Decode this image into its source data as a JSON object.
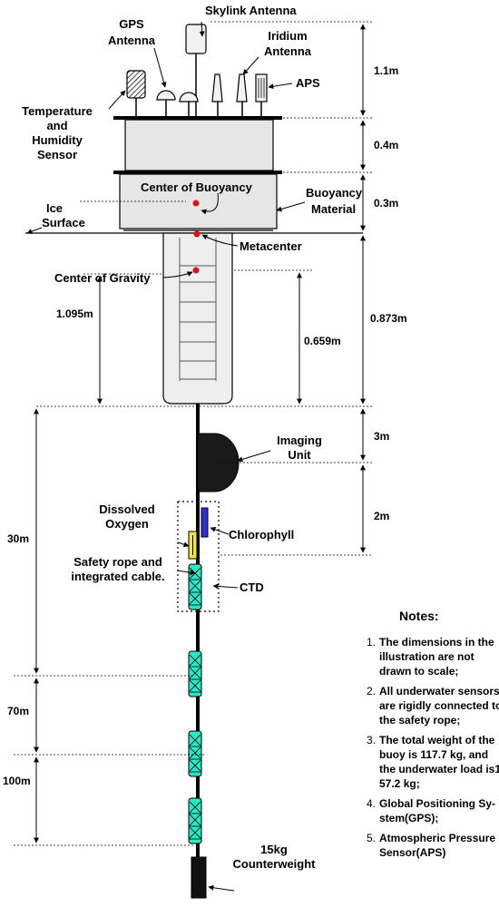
{
  "labels": {
    "skylink_antenna": "Skylink Antenna",
    "gps_antenna": [
      "GPS",
      "Antenna"
    ],
    "iridium_antenna": [
      "Iridium",
      "Antenna"
    ],
    "aps": "APS",
    "temp_humidity": [
      "Temperature",
      "and",
      "Humidity",
      "Sensor"
    ],
    "center_of_buoyancy": "Center of Buoyancy",
    "buoyancy_material": [
      "Buoyancy",
      "Material"
    ],
    "ice_surface": [
      "Ice",
      "Surface"
    ],
    "metacenter": "Metacenter",
    "center_of_gravity": "Center of Gravity",
    "imaging_unit": [
      "Imaging",
      "Unit"
    ],
    "dissolved_oxygen": [
      "Dissolved",
      "Oxygen"
    ],
    "chlorophyll": "Chlorophyll",
    "safety_rope": [
      "Safety rope and",
      "integrated cable."
    ],
    "ctd": "CTD",
    "counterweight": [
      "15kg",
      "Counterweight"
    ]
  },
  "dimensions": {
    "d_1_1m": "1.1m",
    "d_0_4m": "0.4m",
    "d_0_3m": "0.3m",
    "d_0_873m": "0.873m",
    "d_1_095m": "1.095m",
    "d_0_659m": "0.659m",
    "d_3m": "3m",
    "d_2m": "2m",
    "d_30m": "30m",
    "d_70m": "70m",
    "d_100m": "100m"
  },
  "notes": {
    "title": "Notes:",
    "items": [
      {
        "num": "1.",
        "lines": [
          "The dimensions in the",
          "illustration are not",
          "drawn to scale;"
        ]
      },
      {
        "num": "2.",
        "lines": [
          "All underwater sensors",
          "are rigidly connected to",
          "the safety rope;"
        ]
      },
      {
        "num": "3.",
        "lines": [
          "The total weight of the",
          "buoy is 117.7 kg, and",
          "the underwater load is1",
          "57.2 kg;"
        ]
      },
      {
        "num": "4.",
        "lines": [
          "Global Positioning Sy-",
          "stem(GPS);"
        ]
      },
      {
        "num": "5.",
        "lines": [
          "Atmospheric Pressure",
          "Sensor(APS)"
        ]
      }
    ]
  },
  "colors": {
    "body_fill": "#e6e6e6",
    "dark_fill": "#1a1a1a",
    "sensor_teal": "#2ee6c3",
    "chlorophyll_blue": "#3333cc",
    "oxygen_yellow": "#f2e34a",
    "red_marker": "#e01010"
  }
}
